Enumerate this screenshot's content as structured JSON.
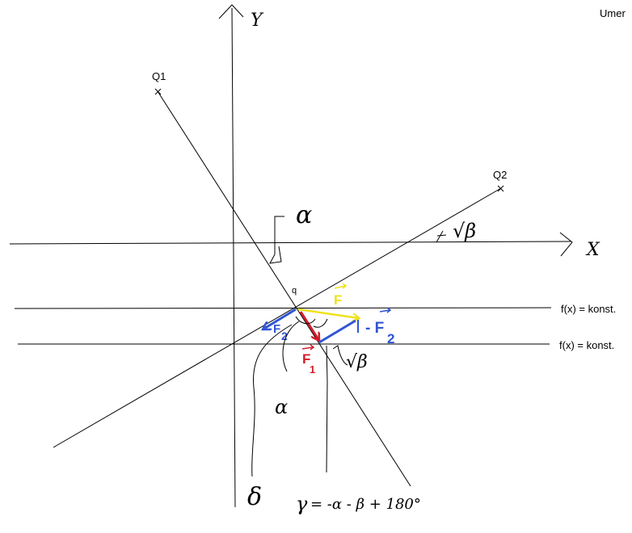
{
  "author": "Umer",
  "axes": {
    "x_label": "X",
    "y_label": "Y"
  },
  "charges": {
    "q1": "Q1",
    "q2": "Q2",
    "q": "q"
  },
  "level_lines": {
    "upper": "f(x) = konst.",
    "lower": "f(x) = konst."
  },
  "angles": {
    "alpha_top": "α",
    "beta_right": "β",
    "alpha_bottom": "α",
    "beta_bottom": "β",
    "delta": "δ"
  },
  "vectors": {
    "f": "F",
    "f1": "F",
    "f1_sub": "1",
    "f2": "F",
    "f2_sub": "2",
    "minus_f2": "- F",
    "minus_f2_sub": "2"
  },
  "formula": {
    "gamma_lhs": "γ",
    "gamma_rhs": "= -α - β + 180°"
  },
  "colors": {
    "ink": "#000000",
    "force_total": "#f0e21b",
    "force_f1": "#d11d2a",
    "force_f2": "#2f55d4"
  }
}
